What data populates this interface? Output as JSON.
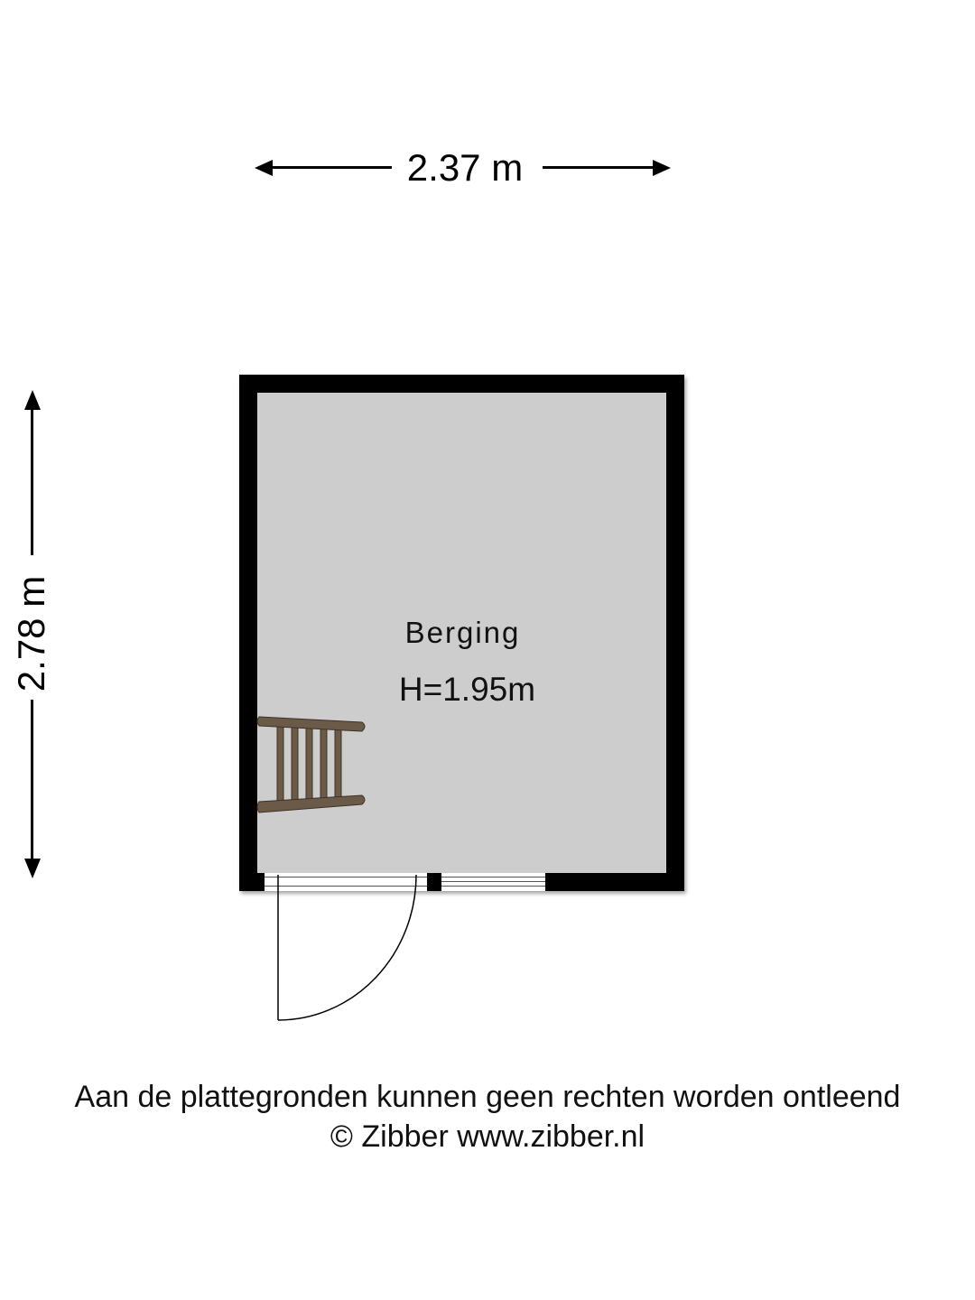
{
  "dimensions": {
    "width_label": "2.37 m",
    "depth_label": "2.78 m"
  },
  "room": {
    "name": "Berging",
    "height_label": "H=1.95m"
  },
  "footer": {
    "disclaimer": "Aan de plattegronden kunnen geen rechten worden ontleend",
    "copyright": "© Zibber www.zibber.nl"
  },
  "colors": {
    "wall": "#000000",
    "floor": "#cdcdcd",
    "ladder": "#6b5a48"
  }
}
